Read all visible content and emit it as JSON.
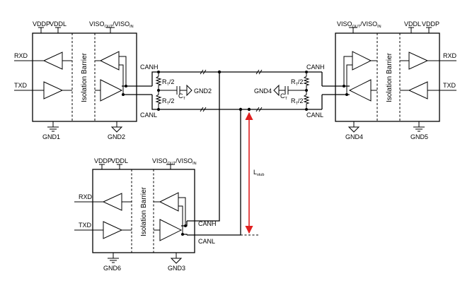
{
  "figure": {
    "transceivers": [
      {
        "supply_left": "VDDP",
        "supply_right": "VDDL",
        "viso": "VISO",
        "viso_out_sub": "OUT",
        "viso_sep": "/VISO",
        "viso_in_sub": "IN",
        "rxd": "RXD",
        "txd": "TXD",
        "barrier": "Isolation Barrier",
        "gnd_logic": "GND1",
        "gnd_bus": "GND2",
        "canh": "CANH",
        "canl": "CANL"
      },
      {
        "supply_left": "VDDL",
        "supply_right": "VDDP",
        "viso": "VISO",
        "viso_out_sub": "OUT",
        "viso_sep": "/VISO",
        "viso_in_sub": "IN",
        "rxd": "RXD",
        "txd": "TXD",
        "barrier": "Isolation Barrier",
        "gnd_logic": "GND5",
        "gnd_bus": "GND4",
        "canh": "CANH",
        "canl": "CANL"
      },
      {
        "supply_left": "VDDP",
        "supply_right": "VDDL",
        "viso": "VISO",
        "viso_out_sub": "OUT",
        "viso_sep": "/VISO",
        "viso_in_sub": "IN",
        "rxd": "RXD",
        "txd": "TXD",
        "barrier": "Isolation Barrier",
        "gnd_logic": "GND6",
        "gnd_bus": "GND3",
        "canh": "CANH",
        "canl": "CANL"
      }
    ],
    "terminations": [
      {
        "resistor_top": "R",
        "resistor_top_sub": "T",
        "resistor_top_tail": "/2",
        "resistor_bot": "R",
        "resistor_bot_sub": "T",
        "resistor_bot_tail": "/2",
        "cap": "C",
        "cap_sub": "T",
        "gnd": "GND2"
      },
      {
        "resistor_top": "R",
        "resistor_top_sub": "T",
        "resistor_top_tail": "/2",
        "resistor_bot": "R",
        "resistor_bot_sub": "T",
        "resistor_bot_tail": "/2",
        "cap": "C",
        "cap_sub": "T",
        "gnd": "GND4"
      }
    ],
    "stub": {
      "label": "L",
      "label_sub": "stub",
      "color": "#e02020"
    },
    "wire_color": "#000000"
  }
}
